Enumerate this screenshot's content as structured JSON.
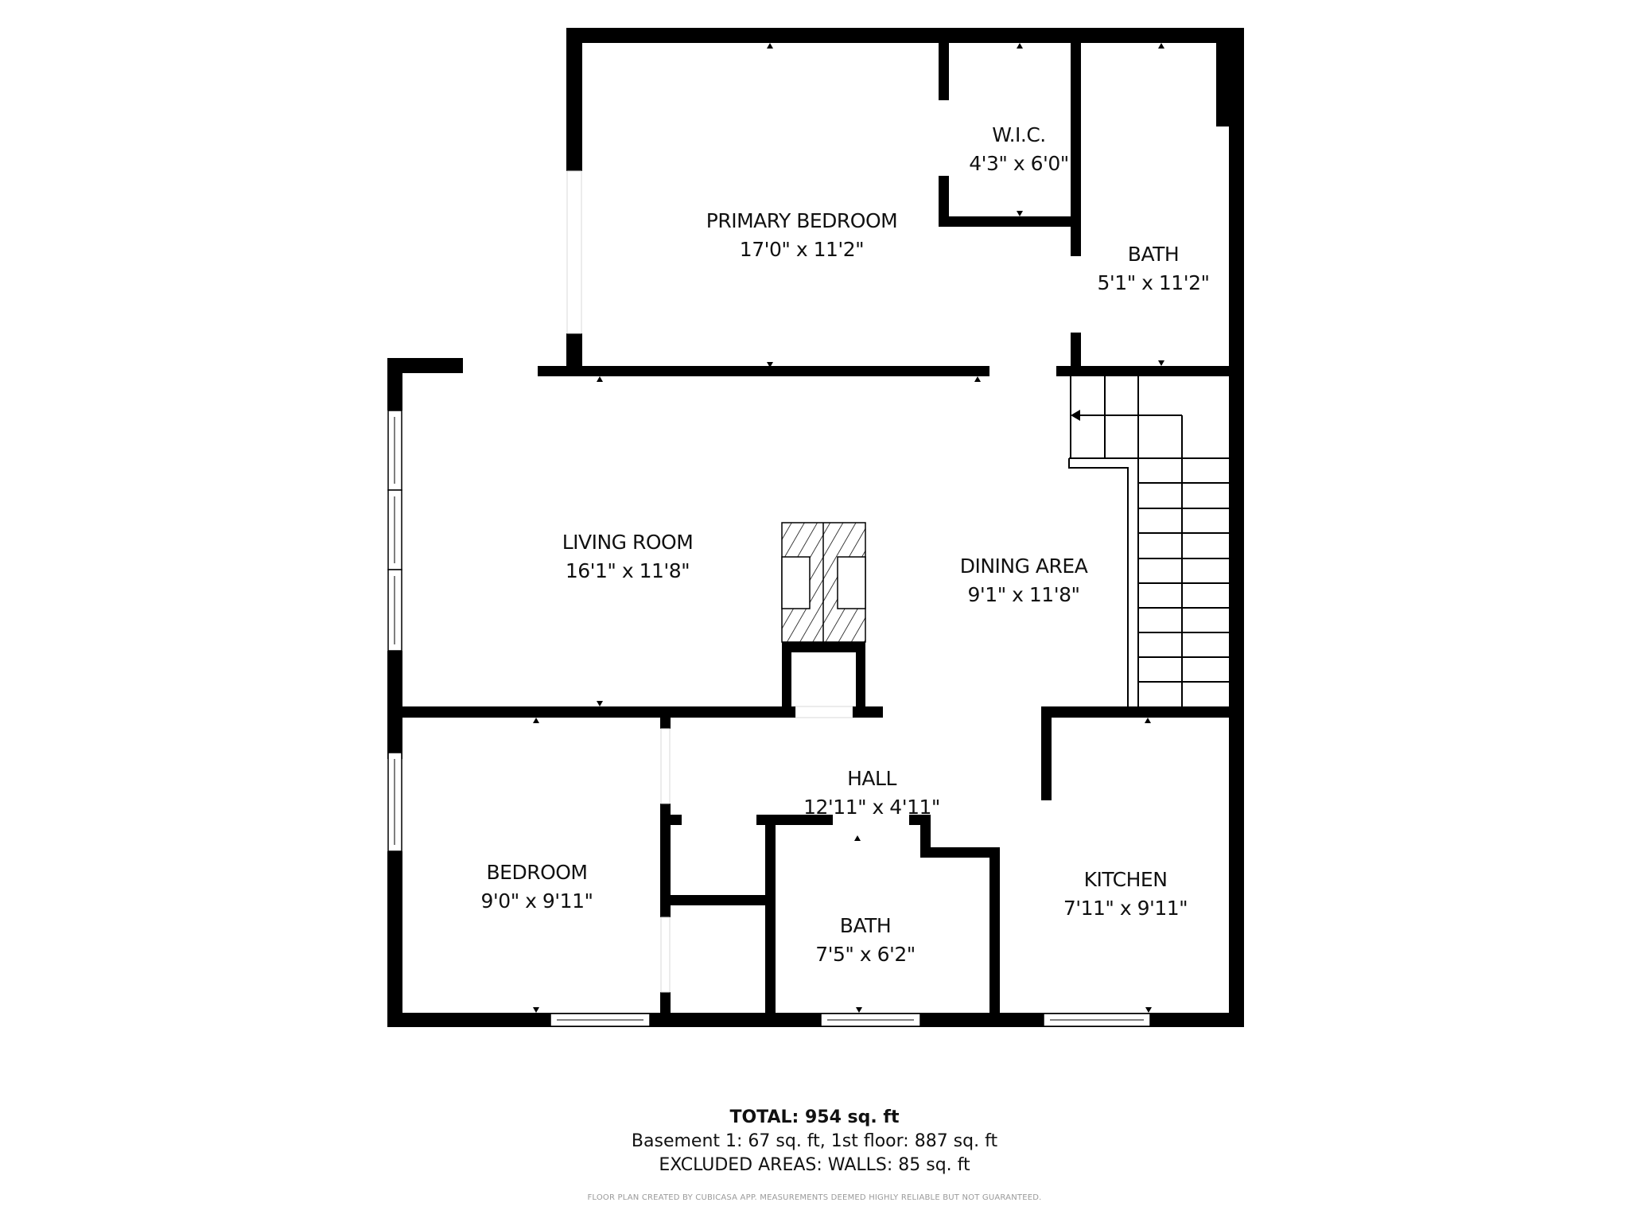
{
  "rooms": {
    "primary_bedroom": {
      "name": "PRIMARY BEDROOM",
      "size": "17'0\" x 11'2\""
    },
    "wic": {
      "name": "W.I.C.",
      "size": "4'3\" x 6'0\""
    },
    "bath_upper": {
      "name": "BATH",
      "size": "5'1\" x 11'2\""
    },
    "living_room": {
      "name": "LIVING ROOM",
      "size": "16'1\" x 11'8\""
    },
    "dining_area": {
      "name": "DINING AREA",
      "size": "9'1\" x 11'8\""
    },
    "hall": {
      "name": "HALL",
      "size": "12'11\" x 4'11\""
    },
    "bedroom": {
      "name": "BEDROOM",
      "size": "9'0\" x 9'11\""
    },
    "bath_lower": {
      "name": "BATH",
      "size": "7'5\" x 6'2\""
    },
    "kitchen": {
      "name": "KITCHEN",
      "size": "7'11\" x 9'11\""
    }
  },
  "summary": {
    "total": "TOTAL: 954 sq. ft",
    "breakdown": "Basement 1: 67 sq. ft, 1st floor: 887 sq. ft",
    "excluded": "EXCLUDED AREAS: WALLS: 85 sq. ft",
    "credit": "FLOOR PLAN CREATED BY CUBICASA APP. MEASUREMENTS DEEMED HIGHLY RELIABLE BUT NOT GUARANTEED."
  },
  "colors": {
    "wall": "#000000",
    "background": "#ffffff",
    "credit": "#9a9a9a"
  }
}
